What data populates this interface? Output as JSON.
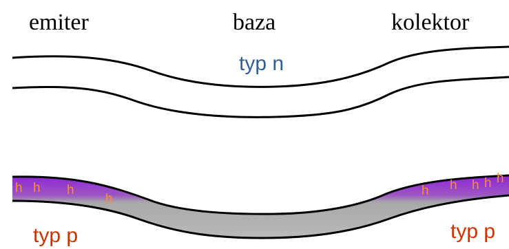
{
  "labels": {
    "emitter": "emiter",
    "base": "baza",
    "collector": "kolektor",
    "base_type": "typ n",
    "emitter_type": "typ p",
    "collector_type": "typ p"
  },
  "holes": [
    "h",
    "h",
    "h",
    "h",
    "h",
    "h",
    "h",
    "h",
    "h"
  ],
  "colors": {
    "line": "#000000",
    "base_type_text": "#2f5f96",
    "p_type_text": "#cc3300",
    "hole_text": "#ff8c33",
    "hole_band": "#8a1fd6",
    "band_bottom": "#b3b3b3",
    "band_top": "#8a8a8a"
  }
}
